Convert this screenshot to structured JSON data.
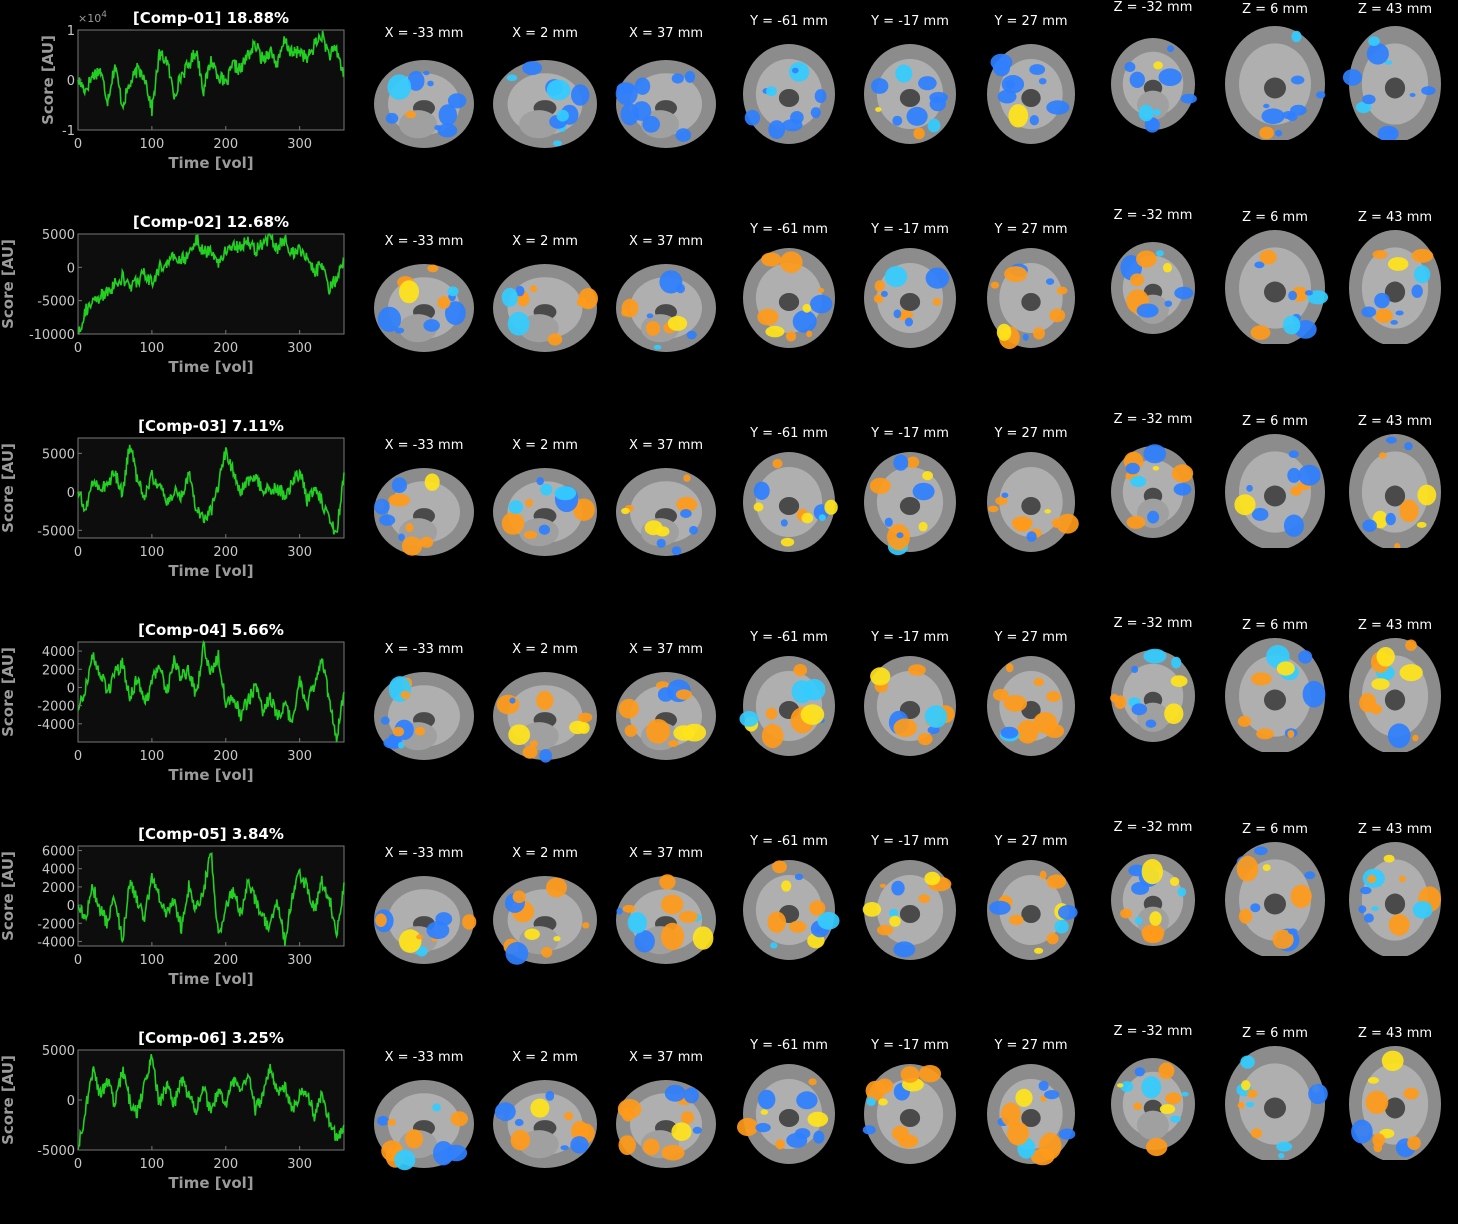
{
  "colors": {
    "background": "#000000",
    "plot_bg": "#0d0d0d",
    "trace": "#22d022",
    "axis_text": "#9a9a9a",
    "positive_map": "#ff9a1a",
    "positive_map_strong": "#ffe41a",
    "negative_map": "#2f7fff",
    "negative_map_strong": "#33ccff",
    "brain_gray": "#9a9a9a"
  },
  "slice_labels": [
    "X = -33 mm",
    "X = 2 mm",
    "X = 37 mm",
    "Y = -61 mm",
    "Y = -17 mm",
    "Y = 27 mm",
    "Z = -32 mm",
    "Z = 6 mm",
    "Z = 43 mm"
  ],
  "chart_data": [
    {
      "type": "line",
      "title": "[Comp-01] 18.88%",
      "xlabel": "Time [vol]",
      "ylabel": "Score [AU]",
      "y_exponent": "×10^4",
      "xlim": [
        0,
        360
      ],
      "ylim": [
        -1,
        1
      ],
      "xticks": [
        "0",
        "100",
        "200",
        "300"
      ],
      "yticks": [
        "1",
        "0",
        "-1"
      ],
      "series": [
        {
          "values": [
            0.0,
            -0.2,
            0.1,
            0.2,
            -0.4,
            0.3,
            -0.5,
            -0.1,
            0.2,
            0.1,
            -0.6,
            0.5,
            0.4,
            -0.3,
            0.1,
            0.3,
            0.6,
            -0.2,
            0.4,
            0.1,
            -0.1,
            0.3,
            0.2,
            0.5,
            0.7,
            0.4,
            0.6,
            0.3,
            0.8,
            0.5,
            0.6,
            0.4,
            0.7,
            0.9,
            0.5,
            0.6,
            0.1
          ]
        }
      ]
    },
    {
      "type": "line",
      "title": "[Comp-02] 12.68%",
      "xlabel": "Time [vol]",
      "ylabel": "Score [AU]",
      "xlim": [
        0,
        360
      ],
      "ylim": [
        -10000,
        5000
      ],
      "xticks": [
        "0",
        "100",
        "200",
        "300"
      ],
      "yticks": [
        "5000",
        "0",
        "-5000",
        "-10000"
      ],
      "series": [
        {
          "values": [
            -10000,
            -6500,
            -5500,
            -4500,
            -3800,
            -2500,
            -1500,
            -3000,
            -2000,
            -1000,
            -2500,
            0,
            500,
            1500,
            1000,
            2000,
            4500,
            2000,
            3000,
            500,
            2500,
            3500,
            3000,
            4000,
            2500,
            3500,
            4500,
            3000,
            4000,
            2000,
            3000,
            1000,
            -500,
            0,
            -3500,
            -1500,
            1000
          ]
        }
      ]
    },
    {
      "type": "line",
      "title": "[Comp-03] 7.11%",
      "xlabel": "Time [vol]",
      "ylabel": "Score [AU]",
      "xlim": [
        0,
        360
      ],
      "ylim": [
        -6000,
        7000
      ],
      "xticks": [
        "0",
        "100",
        "200",
        "300"
      ],
      "yticks": [
        "5000",
        "0",
        "-5000"
      ],
      "series": [
        {
          "values": [
            0,
            -2500,
            1500,
            500,
            1000,
            2500,
            -500,
            6500,
            1500,
            -500,
            2000,
            1000,
            -1500,
            0,
            -500,
            2500,
            -2000,
            -3500,
            -2500,
            1000,
            5500,
            2500,
            0,
            1500,
            1500,
            500,
            0,
            500,
            -500,
            1000,
            2500,
            -1000,
            0,
            -1000,
            -4000,
            -5500,
            2500
          ]
        }
      ]
    },
    {
      "type": "line",
      "title": "[Comp-04] 5.66%",
      "xlabel": "Time [vol]",
      "ylabel": "Score [AU]",
      "xlim": [
        0,
        360
      ],
      "ylim": [
        -6000,
        5000
      ],
      "xticks": [
        "0",
        "100",
        "200",
        "300"
      ],
      "yticks": [
        "4000",
        "2000",
        "0",
        "-2000",
        "-4000"
      ],
      "series": [
        {
          "values": [
            -2500,
            0,
            3500,
            1500,
            -500,
            1500,
            2500,
            -1000,
            1000,
            -2000,
            500,
            2500,
            -500,
            3000,
            1000,
            2000,
            -1000,
            4500,
            1500,
            3500,
            -1500,
            -1000,
            -3000,
            -1500,
            0,
            -2500,
            -1000,
            -3500,
            -2000,
            -4000,
            1000,
            -2000,
            500,
            3500,
            -1500,
            -5500,
            -500
          ]
        }
      ]
    },
    {
      "type": "line",
      "title": "[Comp-05] 3.84%",
      "xlabel": "Time [vol]",
      "ylabel": "Score [AU]",
      "xlim": [
        0,
        360
      ],
      "ylim": [
        -4500,
        6500
      ],
      "xticks": [
        "0",
        "100",
        "200",
        "300"
      ],
      "yticks": [
        "6000",
        "4000",
        "2000",
        "0",
        "-2000",
        "-4000"
      ],
      "series": [
        {
          "values": [
            0,
            -1500,
            2000,
            -500,
            -2000,
            1000,
            -4000,
            2500,
            500,
            -1500,
            3000,
            1000,
            -1000,
            500,
            -2500,
            2000,
            -500,
            1500,
            6000,
            -3500,
            0,
            1500,
            -1000,
            2500,
            500,
            -1500,
            -2500,
            500,
            -4000,
            1000,
            3500,
            2000,
            -500,
            2500,
            1000,
            -3500,
            2500
          ]
        }
      ]
    },
    {
      "type": "line",
      "title": "[Comp-06] 3.25%",
      "xlabel": "Time [vol]",
      "ylabel": "Score [AU]",
      "xlim": [
        0,
        360
      ],
      "ylim": [
        -5000,
        5000
      ],
      "xticks": [
        "0",
        "100",
        "200",
        "300"
      ],
      "yticks": [
        "5000",
        "0",
        "-5000"
      ],
      "series": [
        {
          "values": [
            -5000,
            -1000,
            3000,
            500,
            2000,
            -500,
            3000,
            0,
            -1500,
            1500,
            4500,
            -500,
            1500,
            -500,
            2000,
            500,
            -1000,
            1500,
            -1500,
            1000,
            -500,
            2000,
            500,
            2500,
            -1000,
            500,
            3000,
            500,
            1500,
            -1000,
            500,
            1000,
            -1500,
            500,
            -2000,
            -4000,
            -2500
          ]
        }
      ]
    }
  ]
}
